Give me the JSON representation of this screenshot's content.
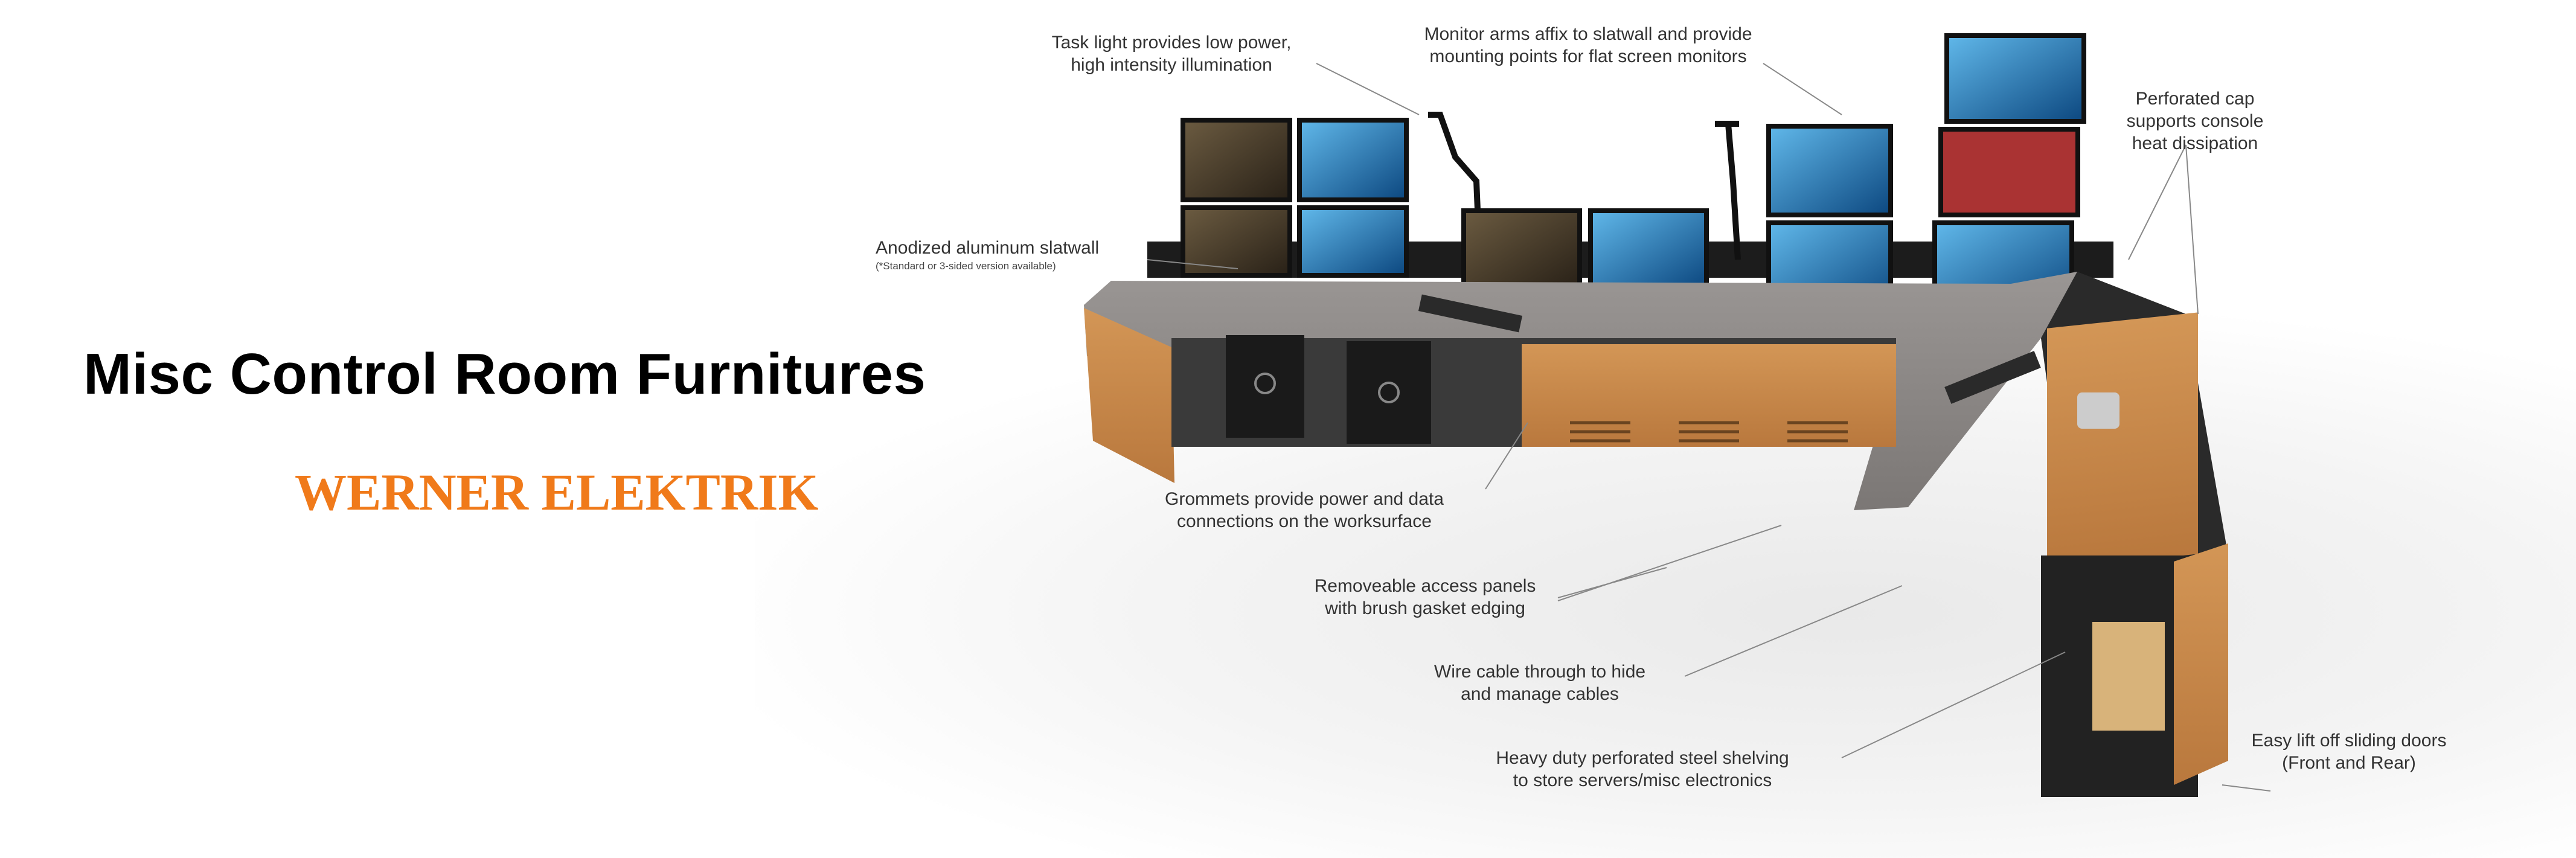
{
  "title": "Misc Control Room Furnitures",
  "brand": "WERNER ELEKTRIK",
  "colors": {
    "brand": "#f07a1a",
    "wood": "#c98a4b",
    "metal": "#2b2b2b",
    "worksurface": "#8a8684",
    "screen": "#1e6fb0"
  },
  "callouts": {
    "task_light": {
      "line1": "Task light provides low power,",
      "line2": "high intensity illumination"
    },
    "monitor_arms": {
      "line1": "Monitor arms affix to slatwall and provide",
      "line2": "mounting points for flat screen monitors"
    },
    "perforated_cap": {
      "line1": "Perforated cap",
      "line2": "supports console",
      "line3": "heat dissipation"
    },
    "slatwall": {
      "line1": "Anodized aluminum slatwall",
      "line2": "(*Standard or 3-sided version available)"
    },
    "grommets": {
      "line1": "Grommets provide power and data",
      "line2": "connections on the worksurface"
    },
    "access_panels": {
      "line1": "Removeable access panels",
      "line2": "with brush gasket edging"
    },
    "wire_cable": {
      "line1": "Wire cable through to hide",
      "line2": "and manage cables"
    },
    "shelving": {
      "line1": "Heavy duty perforated steel shelving",
      "line2": "to store servers/misc electronics"
    },
    "sliding_doors": {
      "line1": "Easy lift off sliding doors",
      "line2": "(Front and Rear)"
    }
  },
  "icons": {
    "server_logo": "hp-logo-icon"
  }
}
